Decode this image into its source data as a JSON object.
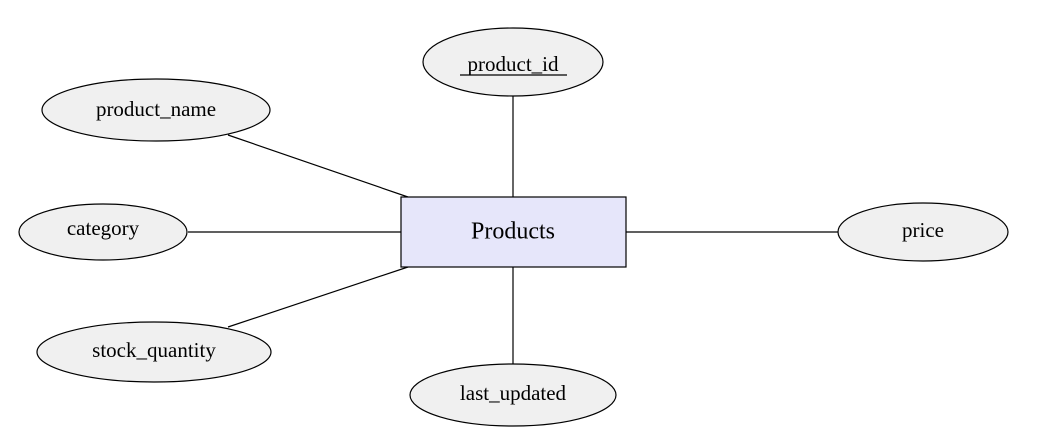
{
  "entity": {
    "name": "Products"
  },
  "attributes": {
    "product_id": {
      "label": "product_id",
      "primary_key": true
    },
    "product_name": {
      "label": "product_name",
      "primary_key": false
    },
    "category": {
      "label": "category",
      "primary_key": false
    },
    "stock_quantity": {
      "label": "stock_quantity",
      "primary_key": false
    },
    "last_updated": {
      "label": "last_updated",
      "primary_key": false
    },
    "price": {
      "label": "price",
      "primary_key": false
    }
  },
  "colors": {
    "entity_fill": "#e6e6fa",
    "attribute_fill": "#f0f0f0",
    "stroke": "#000000"
  }
}
